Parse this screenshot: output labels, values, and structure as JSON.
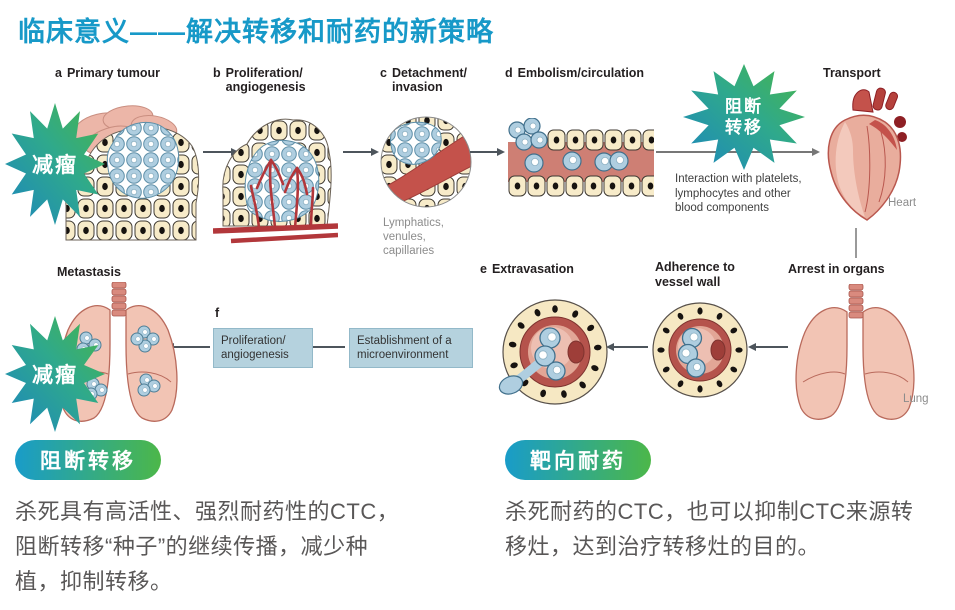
{
  "title": "临床意义——解决转移和耐药的新策略",
  "diagram": {
    "labels": {
      "a_letter": "a",
      "a_text": "Primary tumour",
      "b_letter": "b",
      "b_line1": "Proliferation/",
      "b_line2": "angiogenesis",
      "c_letter": "c",
      "c_line1": "Detachment/",
      "c_line2": "invasion",
      "d_letter": "d",
      "d_text": "Embolism/circulation",
      "e_letter": "e",
      "e_text": "Extravasation",
      "f_letter": "f",
      "transport": "Transport",
      "heart": "Heart",
      "arrest": "Arrest in organs",
      "adherence_line1": "Adherence to",
      "adherence_line2": "vessel wall",
      "lung": "Lung",
      "metastasis": "Metastasis",
      "lymphatics_line1": "Lymphatics,",
      "lymphatics_line2": "venules,",
      "lymphatics_line3": "capillaries",
      "interaction_line1": "Interaction with platelets,",
      "interaction_line2": "lymphocytes and other",
      "interaction_line3": "blood components",
      "box_f_line1": "Proliferation/",
      "box_f_line2": "angiogenesis",
      "box_micro_line1": "Establishment of a",
      "box_micro_line2": "microenvironment"
    },
    "badges": {
      "reduce_tumor": "减瘤",
      "block_line1": "阻断",
      "block_line2": "转移"
    }
  },
  "bottom": {
    "left_pill": "阻断转移",
    "left_lines": [
      "杀死具有高活性、强烈耐药性的CTC，",
      "阻断转移“种子”的继续传播，减少种",
      "植，抑制转移。"
    ],
    "right_pill": "靶向耐药",
    "right_lines": [
      "杀死耐药的CTC，也可以抑制CTC来源转",
      "移灶，达到治疗转移灶的目的。"
    ]
  },
  "colors": {
    "title_blue": "#1799C8",
    "gradient_blue": "#1C86BE",
    "gradient_green": "#49B54A",
    "body_text": "#595757",
    "caption_gray": "#8C8C8C",
    "label_dark": "#231F20",
    "box_blue": "#B5D2DE"
  }
}
